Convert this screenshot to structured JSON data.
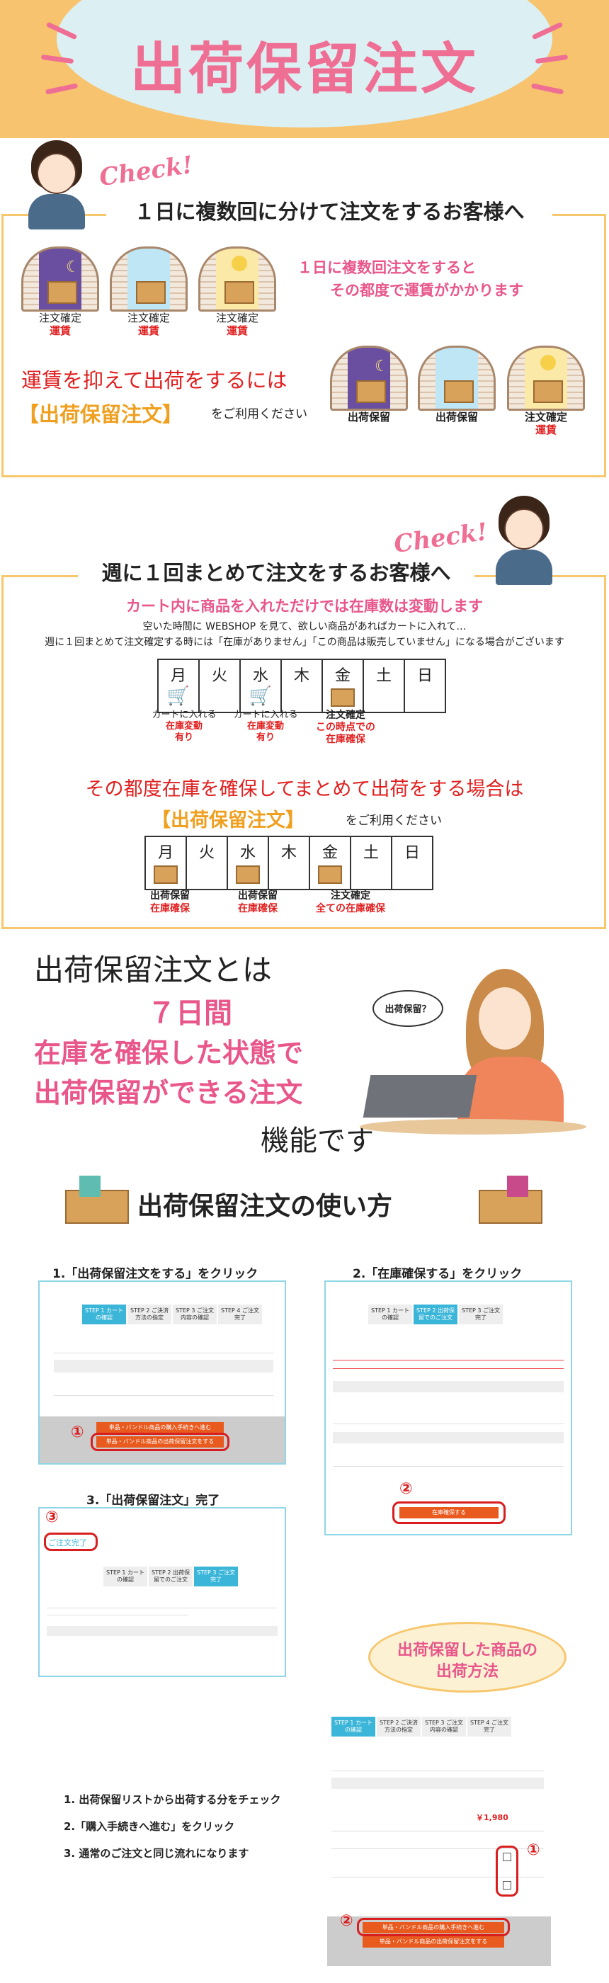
{
  "header": {
    "title": "出荷保留注文"
  },
  "section1": {
    "check": "Check!",
    "heading": "１日に複数回に分けて注文をするお客様へ",
    "scenes": [
      {
        "label": "注文確定",
        "sub": "運賃"
      },
      {
        "label": "注文確定",
        "sub": "運賃"
      },
      {
        "label": "注文確定",
        "sub": "運賃"
      }
    ],
    "message_line1": "１日に複数回注文をすると",
    "message_line2": "その都度で運賃がかかります",
    "lead": "運賃を抑えて出荷をするには",
    "highlight": "【出荷保留注文】",
    "suffix": "をご利用ください",
    "hold_scenes": [
      {
        "label": "出荷保留",
        "sub": ""
      },
      {
        "label": "出荷保留",
        "sub": ""
      },
      {
        "label": "注文確定",
        "sub": "運賃"
      }
    ]
  },
  "section2": {
    "check": "Check!",
    "heading": "週に１回まとめて注文をするお客様へ",
    "subheading": "カート内に商品を入れただけでは在庫数は変動します",
    "note1": "空いた時間に WEBSHOP を見て、欲しい商品があればカートに入れて…",
    "note2": "週に１回まとめて注文確定する時には「在庫がありません」「この商品は販売していません」になる場合がございます",
    "days": [
      "月",
      "火",
      "水",
      "木",
      "金",
      "土",
      "日"
    ],
    "cal1_captions": [
      {
        "line1": "カートに入れる",
        "line2": "在庫変動",
        "line3": "有り"
      },
      {
        "line1": "カートに入れる",
        "line2": "在庫変動",
        "line3": "有り"
      },
      {
        "line1": "注文確定",
        "line2": "この時点での",
        "line3": "在庫確保"
      }
    ],
    "lead": "その都度在庫を確保してまとめて出荷をする場合は",
    "highlight": "【出荷保留注文】",
    "suffix": "をご利用ください",
    "cal2_captions": [
      {
        "line1": "出荷保留",
        "line2": "在庫確保"
      },
      {
        "line1": "出荷保留",
        "line2": "在庫確保"
      },
      {
        "line1": "注文確定",
        "line2": "全ての在庫確保"
      }
    ]
  },
  "section3": {
    "line1": "出荷保留注文とは",
    "line2": "７日間",
    "line3": "在庫を確保した状態で",
    "line4": "出荷保留ができる注文",
    "line5": "機能です",
    "bubble": "出荷保留？"
  },
  "section4": {
    "heading": "出荷保留注文の使い方",
    "step1_title": "1.「出荷保留注文をする」をクリック",
    "step2_title": "2.「在庫確保する」をクリック",
    "step3_title": "3.「出荷保留注文」完了",
    "step_tabs_1": [
      "STEP 1 カートの確認",
      "STEP 2 ご決済方法の指定",
      "STEP 3 ご注文内容の確認",
      "STEP 4 ご注文完了"
    ],
    "step_tabs_2": [
      "STEP 1 カートの確認",
      "STEP 2 出荷保留でのご注文",
      "STEP 3 ご注文完了"
    ],
    "step_tabs_3": [
      "STEP 1 カートの確認",
      "STEP 2 出荷保留でのご注文",
      "STEP 3 ご注文完了"
    ],
    "btn_purchase": "単品・バンドル商品の購入手続きへ進む",
    "btn_hold": "単品・バンドル商品の出荷保留注文をする",
    "btn_reserve": "在庫確保する",
    "done_label": "ご注文完了",
    "markers": [
      "①",
      "②",
      "③"
    ]
  },
  "section5": {
    "bubble_line1": "出荷保留した商品の",
    "bubble_line2": "出荷方法",
    "instructions": [
      "1. 出荷保留リストから出荷する分をチェック",
      "2.「購入手続きへ進む」をクリック",
      "3. 通常のご注文と同じ流れになります"
    ],
    "step_tabs": [
      "STEP 1 カートの確認",
      "STEP 2 ご決済方法の指定",
      "STEP 3 ご注文内容の確認",
      "STEP 4 ご注文完了"
    ],
    "price": "￥1,980",
    "markers": [
      "①",
      "②"
    ]
  },
  "colors": {
    "pink": "#ee6f93",
    "orange": "#f7c36f",
    "red": "#e02020",
    "frame": "#f7c76d",
    "step_blue": "#3bb6d9"
  }
}
